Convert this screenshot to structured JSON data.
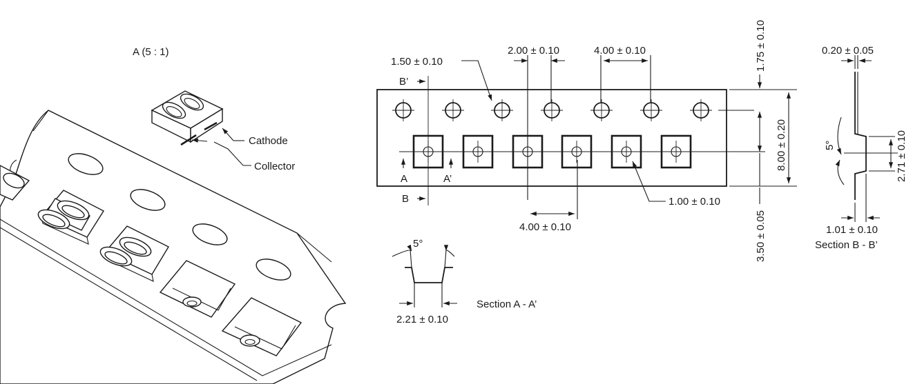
{
  "iso_view": {
    "detail_label": "A (5 : 1)",
    "cathode_label": "Cathode",
    "collector_label": "Collector"
  },
  "tape_view": {
    "hole_diameter": "1.50 ± 0.10",
    "hole_to_pocket_pitch": "2.00 ± 0.10",
    "hole_pitch": "4.00 ± 0.10",
    "pocket_pitch": "4.00 ± 0.10",
    "pocket_hole": "1.00 ± 0.10",
    "edge_to_hole": "1.75 ± 0.10",
    "tape_width": "8.00 ± 0.20",
    "hole_row_to_pocket": "3.50 ± 0.05",
    "marker_b_prime": "B’",
    "marker_b": "B",
    "marker_a": "A",
    "marker_a_prime": "A’"
  },
  "section_a": {
    "angle": "5°",
    "width": "2.21 ± 0.10",
    "title": "Section A - A’"
  },
  "section_b": {
    "thickness": "0.20 ± 0.05",
    "angle": "5°",
    "depth": "2.71 ± 0.10",
    "pocket_depth": "1.01 ± 0.10",
    "title": "Section B - B’"
  }
}
